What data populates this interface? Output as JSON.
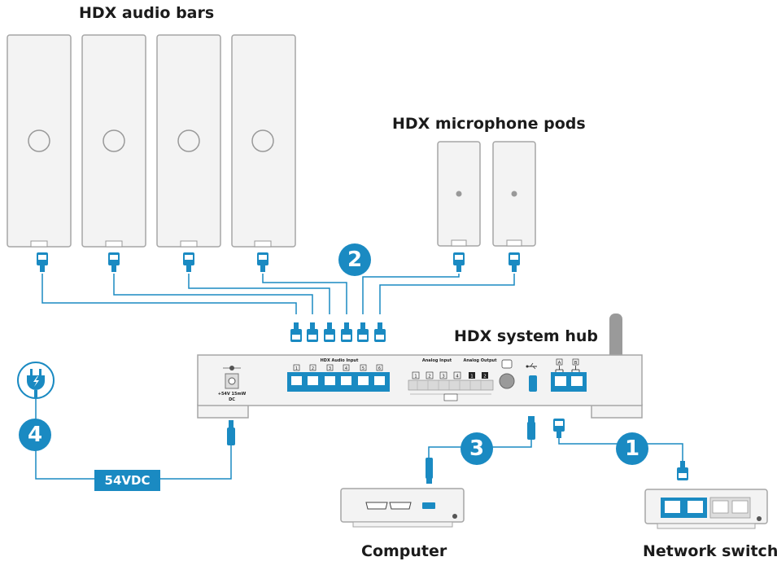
{
  "titles": {
    "audio_bars": "HDX audio bars",
    "mic_pods": "HDX microphone pods",
    "system_hub": "HDX system hub",
    "computer": "Computer",
    "network_switch": "Network switch"
  },
  "steps": [
    "1",
    "2",
    "3",
    "4"
  ],
  "power_label": "54VDC",
  "hub_labels": {
    "dc_rating": "+54V 15mW",
    "dc": "DC",
    "audio_input": "HDX Audio Input",
    "audio_ports": [
      "1",
      "2",
      "3",
      "4",
      "5",
      "6"
    ],
    "analog_input": "Analog Input",
    "analog_output": "Analog Output",
    "analog_input_ports": [
      "1",
      "2",
      "3",
      "4"
    ],
    "analog_output_ports": [
      "1",
      "2"
    ],
    "lan_a": "A",
    "lan_b": "B"
  },
  "colors": {
    "accent": "#1a8ac2",
    "cable": "#1a8ac2",
    "device_fill": "#f3f3f3",
    "device_stroke": "#a6a6a6",
    "antenna": "#9a9a9a"
  },
  "icons": [
    "power-plug-icon",
    "usb-icon",
    "network-icon"
  ]
}
